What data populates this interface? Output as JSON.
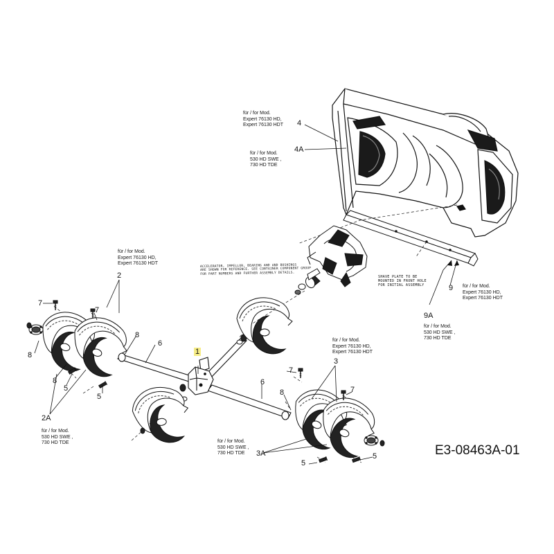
{
  "diagram": {
    "drawing_code": "E3-08463A-01",
    "notes": {
      "accelerator": [
        "ACCELERATOR, IMPELLOR, BEARING AND AND BUSHINGS",
        "ARE SHOWN FOR REFERENCE. SEE CONTAINER COMPONENT GROUP",
        "FOR PART NUMBERS AND FURTHER ASSEMBLY DETAILS."
      ],
      "shave_plate": [
        "SHAVE PLATE TO BE",
        "MOUNTED IN FRONT HOLE",
        "FOR INITIAL ASSEMBLY"
      ]
    },
    "model_notes": {
      "expert": [
        "für / for Mod.",
        "Expert 76130 HD,",
        "Expert 76130 HDT"
      ],
      "hd": [
        "für / for Mod.",
        "530 HD SWE ,",
        "730 HD TDE"
      ]
    },
    "part_numbers": {
      "p1": "1",
      "p2": "2",
      "p2a": "2A",
      "p3": "3",
      "p3a": "3A",
      "p4": "4",
      "p4a": "4A",
      "p5": "5",
      "p6": "6",
      "p7": "7",
      "p8": "8",
      "p9": "9",
      "p9a": "9A"
    }
  }
}
